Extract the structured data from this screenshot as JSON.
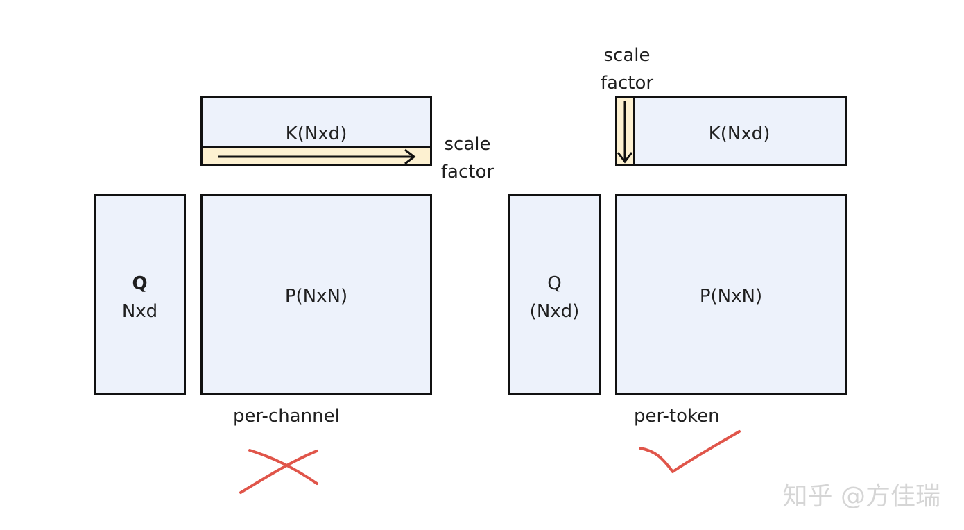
{
  "left_panel": {
    "k_label": "K(Nxd)",
    "scale_label_line1": "scale",
    "scale_label_line2": "factor",
    "q_label_line1": "Q",
    "q_label_line2": "Nxd",
    "p_label": "P(NxN)",
    "method_label": "per-channel",
    "verdict": "cross",
    "verdict_color": "#e0554a"
  },
  "right_panel": {
    "k_label": "K(Nxd)",
    "scale_label_line1": "scale",
    "scale_label_line2": "factor",
    "q_label_line1": "Q",
    "q_label_line2": "(Nxd)",
    "p_label": "P(NxN)",
    "method_label": "per-token",
    "verdict": "check",
    "verdict_color": "#e0554a"
  },
  "colors": {
    "matrix_fill": "#edf2fb",
    "scale_strip_fill": "#fdf1d1",
    "outline": "#111111"
  },
  "watermark": "知乎 @方佳瑞"
}
